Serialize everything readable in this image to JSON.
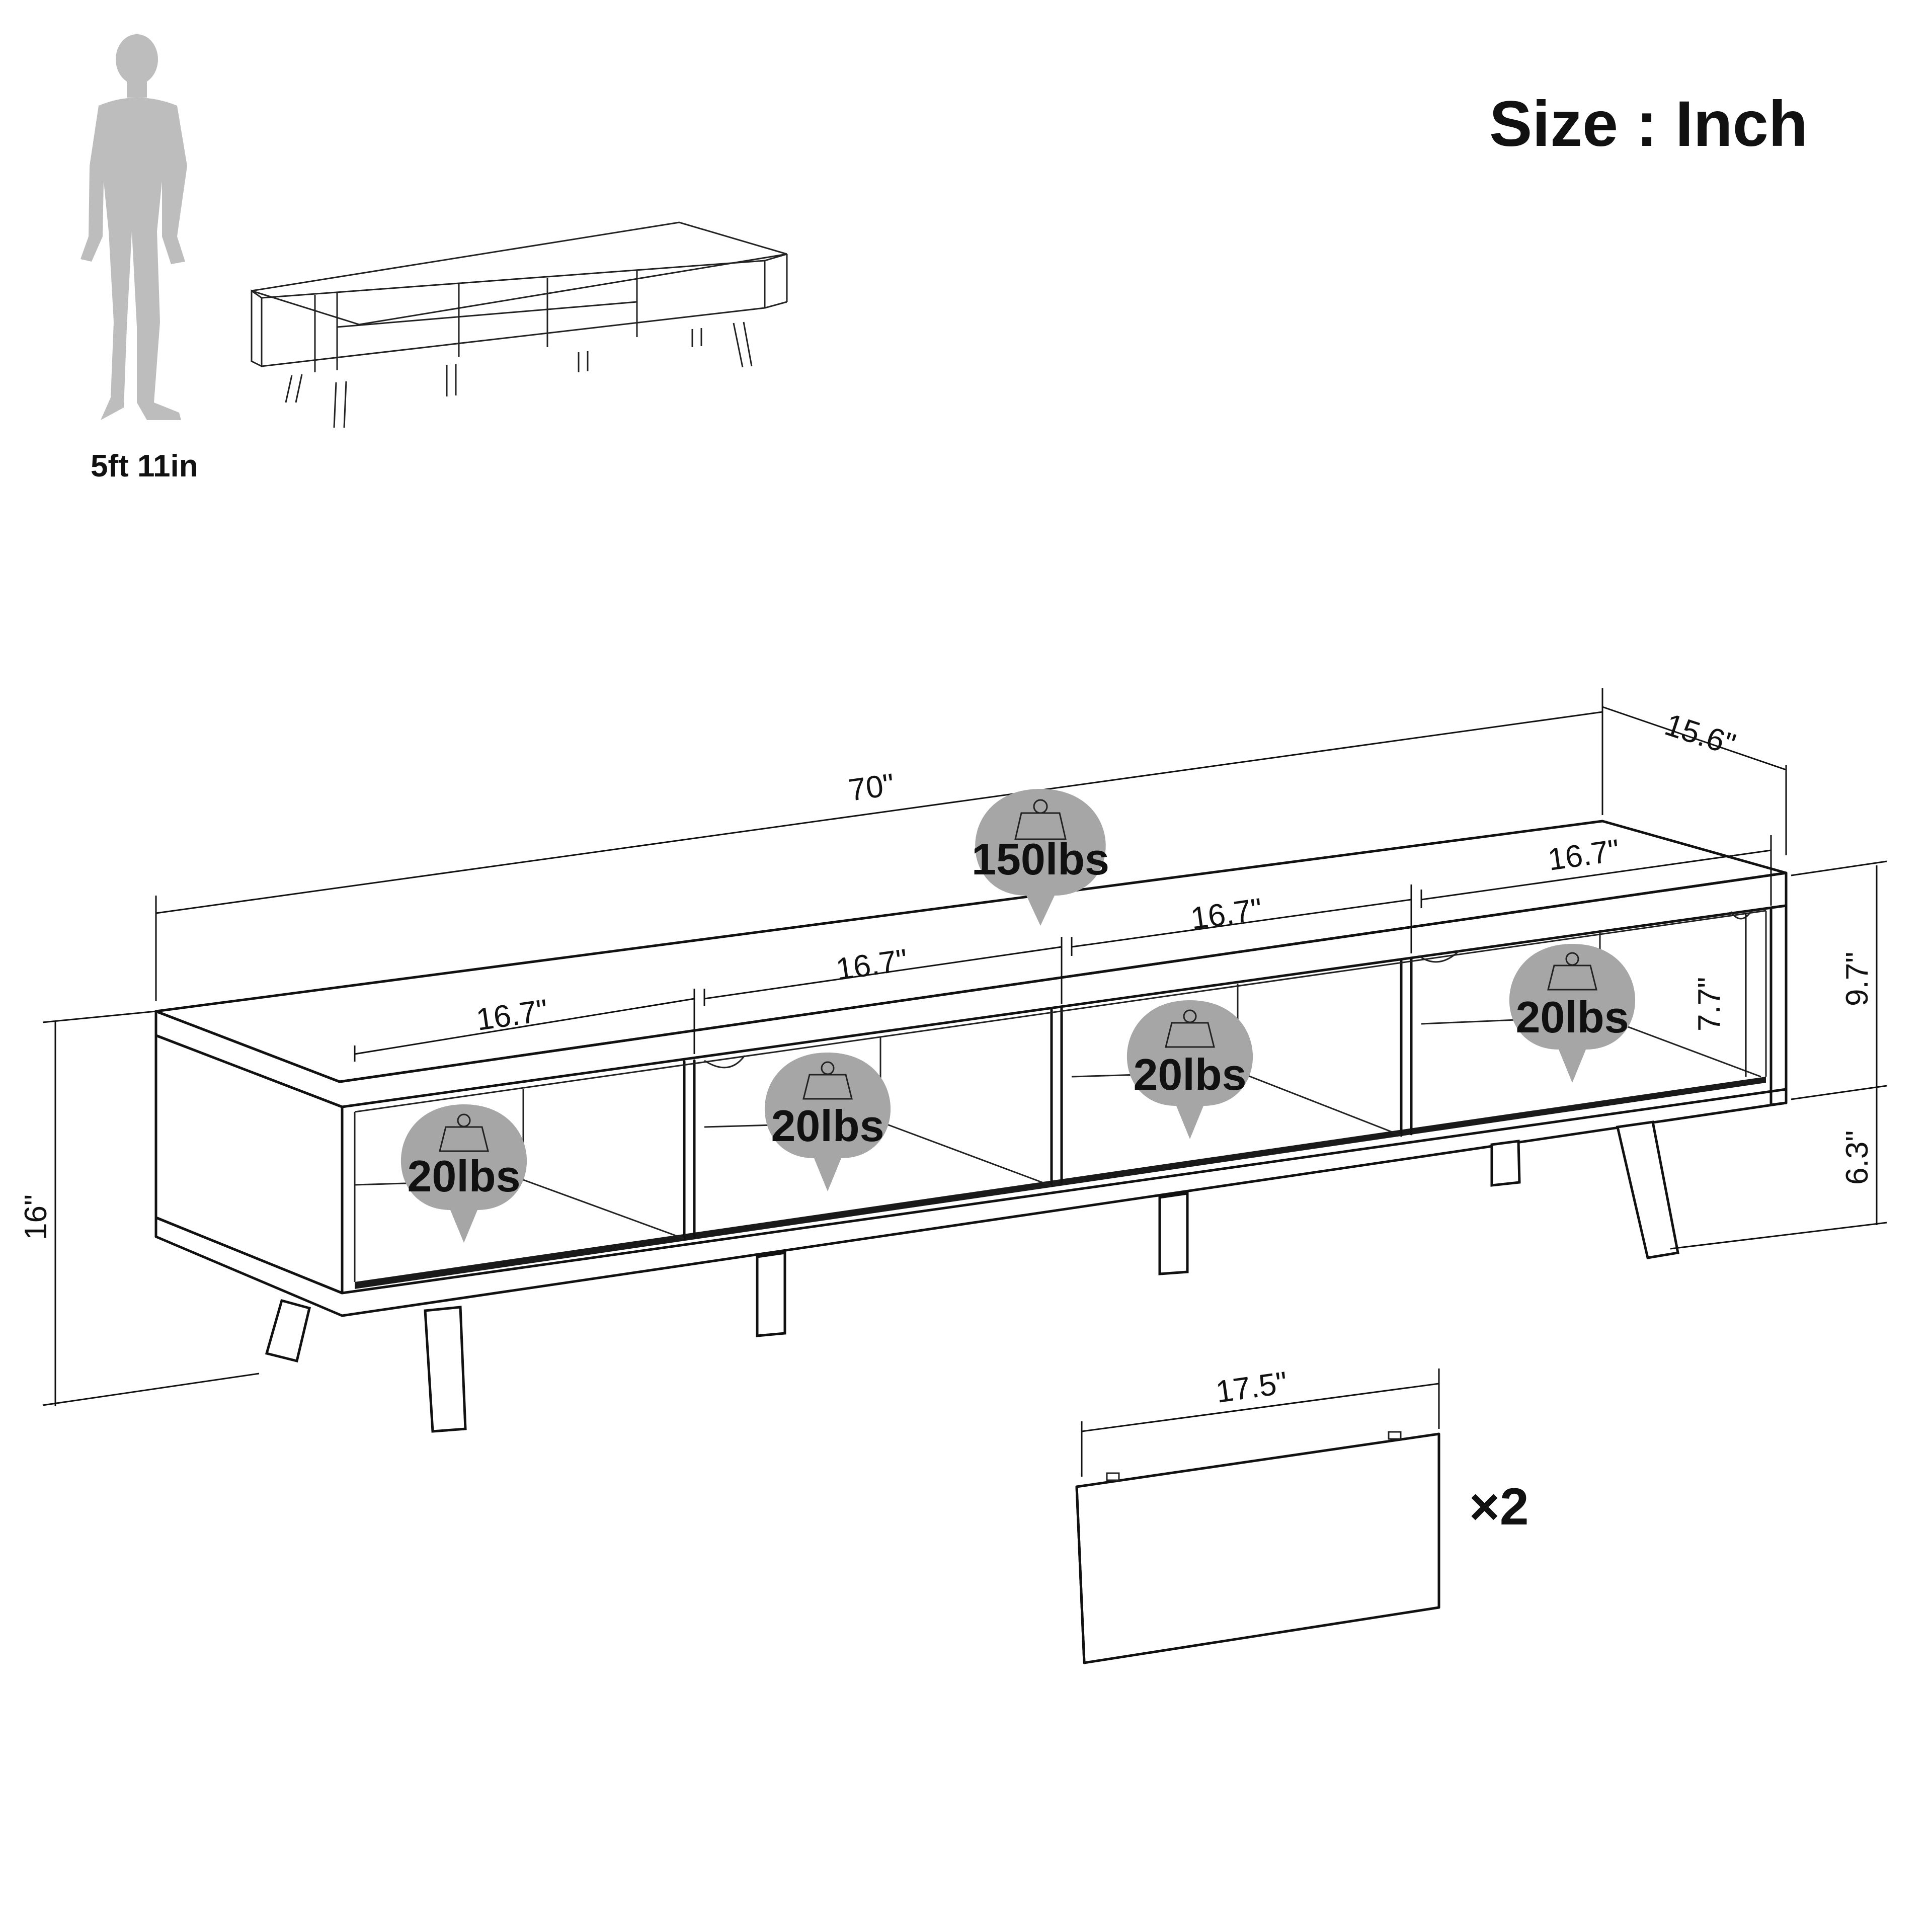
{
  "header": {
    "size_unit_label": "Size : Inch"
  },
  "scale_reference": {
    "person_height_label": "5ft 11in"
  },
  "dimensions": {
    "overall_width": "70\"",
    "overall_depth": "15.6\"",
    "overall_height": "16\"",
    "cubby_width": "16.7\"",
    "cabinet_body_height": "9.7\"",
    "leg_height": "6.3\"",
    "cubby_opening_height": "7.7\"",
    "door_panel_width": "17.5\""
  },
  "load_ratings": {
    "top_surface": "150lbs",
    "shelves": [
      "20lbs",
      "20lbs",
      "20lbs",
      "20lbs"
    ]
  },
  "door_panel": {
    "quantity_label": "×2"
  },
  "colors": {
    "line": "#111111",
    "badge_fill": "#a6a6a6",
    "person_fill": "#bdbdbd",
    "background": "#ffffff"
  }
}
